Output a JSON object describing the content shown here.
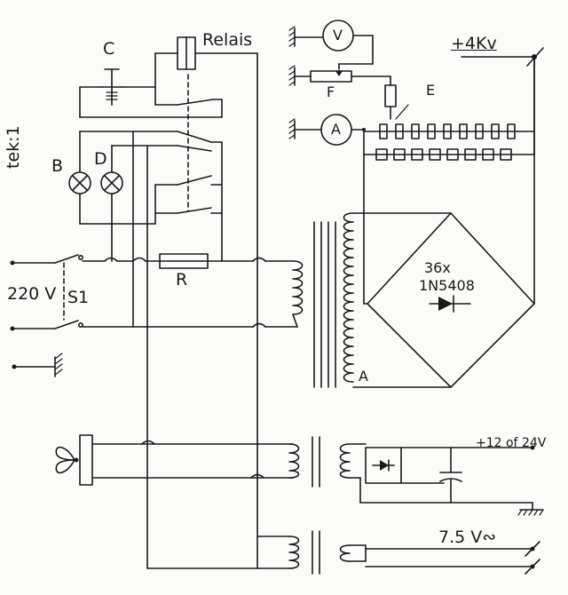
{
  "labels": {
    "figure": "tek:1",
    "relay": "Relais",
    "c": "C",
    "b": "B",
    "d": "D",
    "v": "V",
    "a_meter": "A",
    "f": "F",
    "e": "E",
    "r": "R",
    "mains": "220 V",
    "s1": "S1",
    "hv": "+4Kv",
    "diodes": "36x",
    "diode_type": "1N5408",
    "tap_a": "A",
    "lv": "+12 of 24V",
    "ac": "7.5 V∾"
  }
}
